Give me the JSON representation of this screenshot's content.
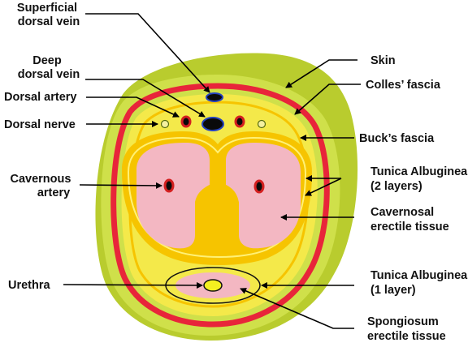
{
  "labels": {
    "superficial_dorsal_vein": [
      "Superficial",
      "dorsal vein"
    ],
    "deep_dorsal_vein": [
      "Deep",
      "dorsal vein"
    ],
    "dorsal_artery": "Dorsal artery",
    "dorsal_nerve": "Dorsal nerve",
    "cavernous_artery": [
      "Cavernous",
      "artery"
    ],
    "urethra": "Urethra",
    "skin": "Skin",
    "colles_fascia": "Colles’ fascia",
    "bucks_fascia": "Buck’s fascia",
    "tunica_albuginea_2": [
      "Tunica Albuginea",
      "(2 layers)"
    ],
    "cavernosal_erectile_tissue": [
      "Cavernosal",
      "erectile tissue"
    ],
    "tunica_albuginea_1": [
      "Tunica Albuginea",
      "(1 layer)"
    ],
    "spongiosum_erectile_tissue": [
      "Spongiosum",
      "erectile tissue"
    ]
  },
  "colors": {
    "skin": "#cfe04a",
    "skin_side": "#b9cc2e",
    "colles_fascia": "#e8253a",
    "bucks_layer": "#f4e94a",
    "tunica": "#f6c400",
    "erectile_tissue": "#f3b7c2",
    "vessel_dark": "#0a0a0a",
    "vessel_red": "#d42020",
    "vein_blue": "#2442c0",
    "nerve": "#f4f0a0"
  }
}
